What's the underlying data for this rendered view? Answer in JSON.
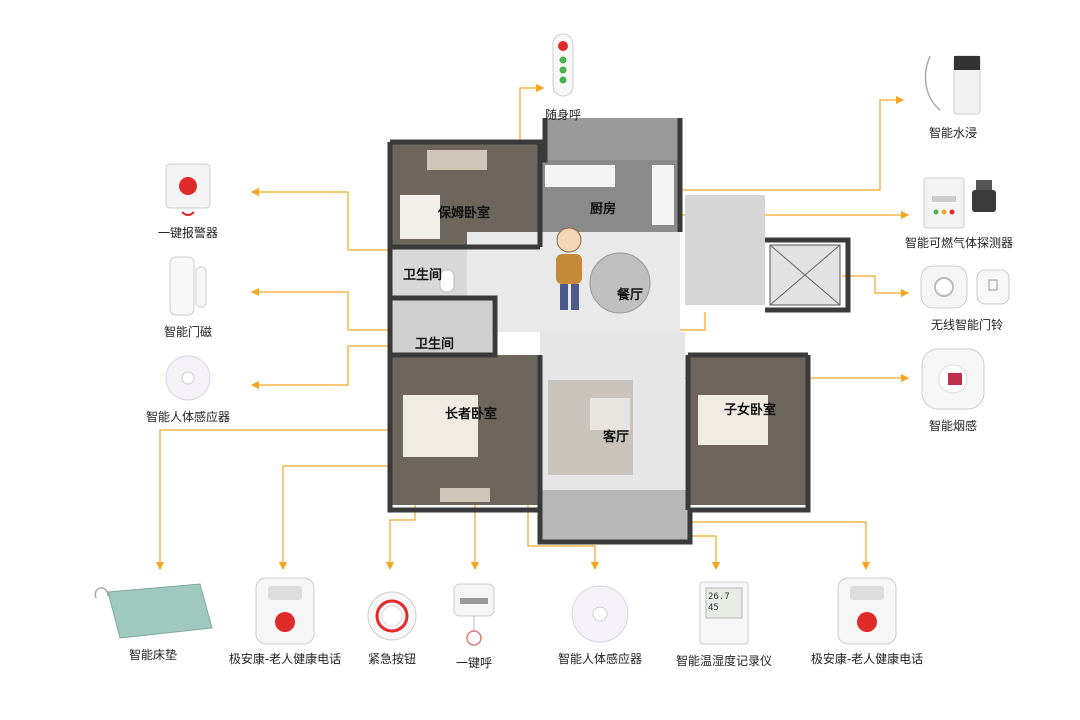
{
  "colors": {
    "accent": "#f5a623",
    "wall": "#3a3a3a",
    "floor_wood": "#6e655c",
    "floor_tile": "#e9e9e9",
    "alarm_red": "#e02b2b",
    "call_green": "#4caf50"
  },
  "rooms": {
    "nanny_bedroom": "保姆卧室",
    "kitchen": "厨房",
    "bathroom_1": "卫生间",
    "bathroom_2": "卫生间",
    "dining": "餐厅",
    "elder_bedroom": "长者卧室",
    "living": "客厅",
    "child_bedroom": "子女卧室"
  },
  "devices": {
    "portable_call": {
      "label": "随身呼",
      "icon": "portable-call-pendant-icon"
    },
    "water_leak": {
      "label": "智能水浸",
      "icon": "water-leak-sensor-icon"
    },
    "gas_detector": {
      "label": "智能可燃气体探测器",
      "icon": "gas-detector-icon"
    },
    "doorbell": {
      "label": "无线智能门铃",
      "icon": "doorbell-icon"
    },
    "smoke": {
      "label": "智能烟感",
      "icon": "smoke-detector-icon"
    },
    "alarm_button": {
      "label": "一键报警器",
      "icon": "alarm-button-icon"
    },
    "door_sensor": {
      "label": "智能门磁",
      "icon": "door-magnet-icon"
    },
    "motion_left": {
      "label": "智能人体感应器",
      "icon": "motion-sensor-icon"
    },
    "bed_mat": {
      "label": "智能床垫",
      "icon": "smart-mattress-icon"
    },
    "phone_left": {
      "label": "极安康-老人健康电话",
      "icon": "health-phone-icon"
    },
    "emergency_button": {
      "label": "紧急按钮",
      "icon": "emergency-button-icon"
    },
    "one_key_call": {
      "label": "一键呼",
      "icon": "one-key-call-icon"
    },
    "motion_bottom": {
      "label": "智能人体感应器",
      "icon": "motion-sensor-icon"
    },
    "thermo": {
      "label": "智能温湿度记录仪",
      "icon": "thermo-hygrometer-icon"
    },
    "phone_right": {
      "label": "极安康-老人健康电话",
      "icon": "health-phone-icon"
    }
  },
  "thermo_display": {
    "temp": "26.7",
    "humidity": "45"
  }
}
